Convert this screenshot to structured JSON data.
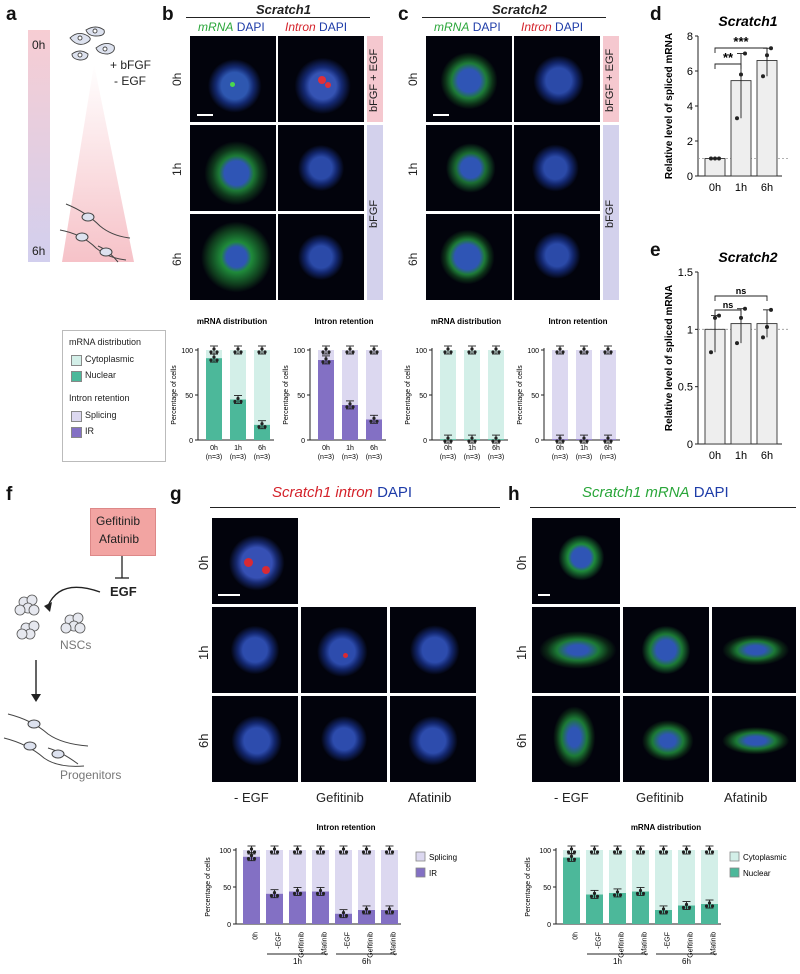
{
  "panel_letters": {
    "a": "a",
    "b": "b",
    "c": "c",
    "d": "d",
    "e": "e",
    "f": "f",
    "g": "g",
    "h": "h"
  },
  "panel_a": {
    "time_start": "0h",
    "time_end": "6h",
    "treatment_line1": "+ bFGF",
    "treatment_line2": "- EGF"
  },
  "panel_b": {
    "title": "Scratch1",
    "col1_green": "mRNA",
    "col1_blue": "DAPI",
    "col2_red": "Intron",
    "col2_blue": "DAPI",
    "rows": [
      "0h",
      "1h",
      "6h"
    ],
    "side_top": "bFGF + EGF",
    "side_bottom": "bFGF"
  },
  "panel_c": {
    "title": "Scratch2",
    "col1_green": "mRNA",
    "col1_blue": "DAPI",
    "col2_red": "Intron",
    "col2_blue": "DAPI",
    "rows": [
      "0h",
      "1h",
      "6h"
    ],
    "side_top": "bFGF + EGF",
    "side_bottom": "bFGF"
  },
  "legend_bc": {
    "group1": "mRNA distribution",
    "group1_items": [
      "Cytoplasmic",
      "Nuclear"
    ],
    "group2": "Intron retention",
    "group2_items": [
      "Splicing",
      "IR"
    ],
    "colors": {
      "cytoplasmic": "#d3efe8",
      "nuclear": "#4cb89a",
      "splicing": "#dcd8f0",
      "ir": "#8370c4"
    }
  },
  "colors": {
    "green": "#2aa63a",
    "red": "#d4232b",
    "blue": "#1e3ca8",
    "pink_band": "#f5c8cf",
    "lav_band": "#d3d1ec",
    "bar_grey": "#eeeeee"
  },
  "chart_data": [
    {
      "id": "b-mrna",
      "type": "bar",
      "stacked": true,
      "title": "mRNA distribution",
      "ylabel": "Percentage of cells",
      "categories": [
        "0h\n(n=3)",
        "1h\n(n=3)",
        "6h\n(n=3)"
      ],
      "yticks": [
        0,
        50,
        100
      ],
      "ylim": [
        0,
        100
      ],
      "series": [
        {
          "name": "Nuclear",
          "values": [
            91,
            45,
            17
          ]
        },
        {
          "name": "Cytoplasmic",
          "values": [
            9,
            55,
            83
          ]
        }
      ]
    },
    {
      "id": "b-intron",
      "type": "bar",
      "stacked": true,
      "title": "Intron retention",
      "ylabel": "Percentage of cells",
      "categories": [
        "0h\n(n=3)",
        "1h\n(n=3)",
        "6h\n(n=3)"
      ],
      "yticks": [
        0,
        50,
        100
      ],
      "ylim": [
        0,
        100
      ],
      "series": [
        {
          "name": "IR",
          "values": [
            89,
            39,
            23
          ]
        },
        {
          "name": "Splicing",
          "values": [
            11,
            61,
            77
          ]
        }
      ]
    },
    {
      "id": "c-mrna",
      "type": "bar",
      "stacked": true,
      "title": "mRNA distribution",
      "ylabel": "Percentage of cells",
      "categories": [
        "0h\n(n=3)",
        "1h\n(n=3)",
        "6h\n(n=3)"
      ],
      "yticks": [
        0,
        50,
        100
      ],
      "ylim": [
        0,
        100
      ],
      "series": [
        {
          "name": "Nuclear",
          "values": [
            1,
            1,
            1
          ]
        },
        {
          "name": "Cytoplasmic",
          "values": [
            99,
            99,
            99
          ]
        }
      ]
    },
    {
      "id": "c-intron",
      "type": "bar",
      "stacked": true,
      "title": "Intron retention",
      "ylabel": "Percentage of cells",
      "categories": [
        "0h\n(n=3)",
        "1h\n(n=3)",
        "6h\n(n=3)"
      ],
      "yticks": [
        0,
        50,
        100
      ],
      "ylim": [
        0,
        100
      ],
      "series": [
        {
          "name": "IR",
          "values": [
            1,
            1,
            1
          ]
        },
        {
          "name": "Splicing",
          "values": [
            99,
            99,
            99
          ]
        }
      ]
    },
    {
      "id": "d",
      "type": "bar",
      "title": "Scratch1",
      "ylabel": "Relative level of spliced mRNA",
      "categories": [
        "0h",
        "1h",
        "6h"
      ],
      "values": [
        1.0,
        5.45,
        6.6
      ],
      "ylim": [
        0,
        8
      ],
      "yticks": [
        0,
        2,
        4,
        6,
        8
      ],
      "points": [
        [
          1.0,
          1.0,
          1.0
        ],
        [
          3.3,
          5.8,
          7.0
        ],
        [
          5.7,
          6.9,
          7.3
        ]
      ],
      "significance": [
        {
          "from": "0h",
          "to": "1h",
          "label": "**"
        },
        {
          "from": "0h",
          "to": "6h",
          "label": "***"
        }
      ]
    },
    {
      "id": "e",
      "type": "bar",
      "title": "Scratch2",
      "ylabel": "Relative level of spliced mRNA",
      "categories": [
        "0h",
        "1h",
        "6h"
      ],
      "values": [
        1.0,
        1.05,
        1.05
      ],
      "ylim": [
        0,
        1.5
      ],
      "yticks": [
        0,
        0.5,
        1,
        1.5
      ],
      "yticklabels": [
        "0",
        "0.5",
        "1",
        "1.5"
      ],
      "points": [
        [
          0.8,
          1.1,
          1.12
        ],
        [
          0.88,
          1.1,
          1.18
        ],
        [
          0.93,
          1.02,
          1.17
        ]
      ],
      "significance": [
        {
          "from": "0h",
          "to": "1h",
          "label": "ns"
        },
        {
          "from": "0h",
          "to": "6h",
          "label": "ns"
        }
      ]
    },
    {
      "id": "g-chart",
      "type": "bar",
      "stacked": true,
      "title": "Intron retention",
      "ylabel": "Percentage of cells",
      "categories": [
        "0h",
        "-EGF",
        "Gefitinib",
        "Afatinib",
        "-EGF",
        "Gefitinib",
        "Afatinib"
      ],
      "groups": [
        {
          "label": "1h",
          "from": 1,
          "to": 3
        },
        {
          "label": "6h",
          "from": 4,
          "to": 6
        }
      ],
      "yticks": [
        0,
        50,
        100
      ],
      "ylim": [
        0,
        100
      ],
      "series": [
        {
          "name": "IR",
          "values": [
            91,
            41,
            44,
            44,
            14,
            19,
            19
          ]
        },
        {
          "name": "Splicing",
          "values": [
            9,
            59,
            56,
            56,
            86,
            81,
            81
          ]
        }
      ]
    },
    {
      "id": "h-chart",
      "type": "bar",
      "stacked": true,
      "title": "mRNA distribution",
      "ylabel": "Percentage of cells",
      "categories": [
        "0h",
        "-EGF",
        "Gefitinib",
        "Afatinib",
        "-EGF",
        "Gefitinib",
        "Afatinib"
      ],
      "groups": [
        {
          "label": "1h",
          "from": 1,
          "to": 3
        },
        {
          "label": "6h",
          "from": 4,
          "to": 6
        }
      ],
      "yticks": [
        0,
        50,
        100
      ],
      "ylim": [
        0,
        100
      ],
      "series": [
        {
          "name": "Nuclear",
          "values": [
            90,
            40,
            42,
            44,
            19,
            25,
            27
          ]
        },
        {
          "name": "Cytoplasmic",
          "values": [
            10,
            60,
            58,
            56,
            81,
            75,
            73
          ]
        }
      ]
    }
  ],
  "legend_g": {
    "items": [
      "Splicing",
      "IR"
    ]
  },
  "legend_h": {
    "items": [
      "Cytoplasmic",
      "Nuclear"
    ]
  },
  "panel_f": {
    "drug1": "Gefitinib",
    "drug2": "Afatinib",
    "target": "EGF",
    "cells1": "NSCs",
    "cells2": "Progenitors"
  },
  "panel_g": {
    "title_red": "Scratch1 intron",
    "title_blue": "DAPI",
    "rows": [
      "0h",
      "1h",
      "6h"
    ],
    "cols": [
      "- EGF",
      "Gefitinib",
      "Afatinib"
    ]
  },
  "panel_h": {
    "title_green": "Scratch1 mRNA",
    "title_blue": "DAPI",
    "rows": [
      "0h",
      "1h",
      "6h"
    ],
    "cols": [
      "- EGF",
      "Gefitinib",
      "Afatinib"
    ]
  }
}
